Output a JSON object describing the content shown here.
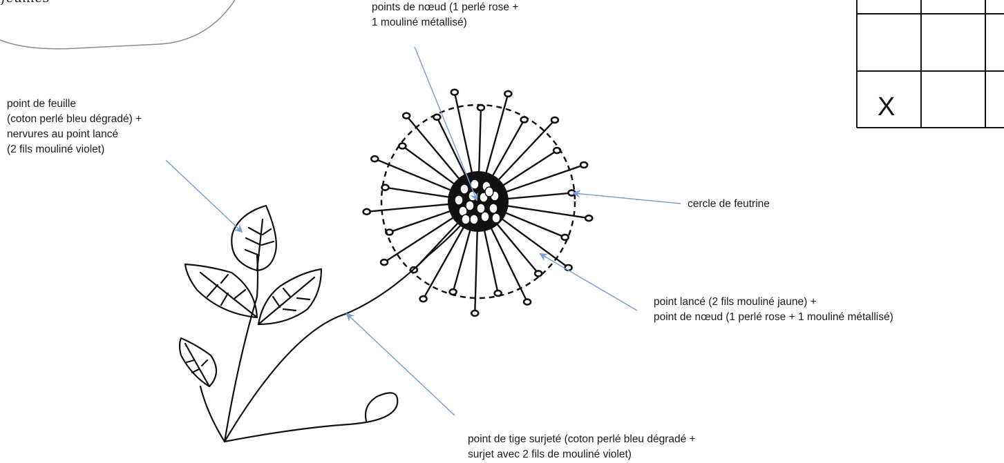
{
  "corner_word": "feuilles",
  "labels": {
    "points_noeud_top": "points de nœud (1 perlé rose +\n1 mouliné métallisé)",
    "point_feuille": "point de feuille\n(coton perlé bleu dégradé) +\nnervures au point lancé\n(2 fils mouliné violet)",
    "cercle_feutrine": "cercle de feutrine",
    "point_lance": "point lancé (2 fils mouliné jaune) +\npoint de nœud (1 perlé rose + 1 mouliné métallisé)",
    "point_tige": "point de tige surjeté (coton perlé bleu dégradé +\nsurjet avec 2 fils de mouliné violet)"
  },
  "grid": {
    "mark": "X"
  },
  "colors": {
    "line": "#111111",
    "arrow": "#7aa0d4",
    "bubble": "#8a8a8a"
  }
}
